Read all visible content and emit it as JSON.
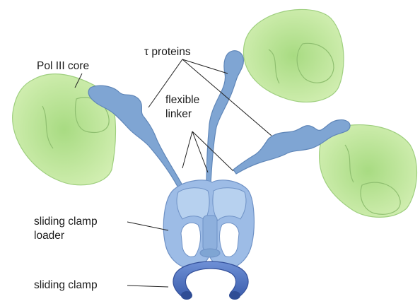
{
  "labels": {
    "pol_core": "Pol III core",
    "tau": "τ proteins",
    "linker_line1": "flexible",
    "linker_line2": "linker",
    "loader_line1": "sliding clamp",
    "loader_line2": "loader",
    "clamp": "sliding clamp"
  },
  "colors": {
    "core_fill": "#c9eaa6",
    "core_center": "#a9dc84",
    "tau_fill": "#7fa5d3",
    "loader_fill": "#a9c7ea",
    "clamp_fill": "#4a6fc0"
  }
}
